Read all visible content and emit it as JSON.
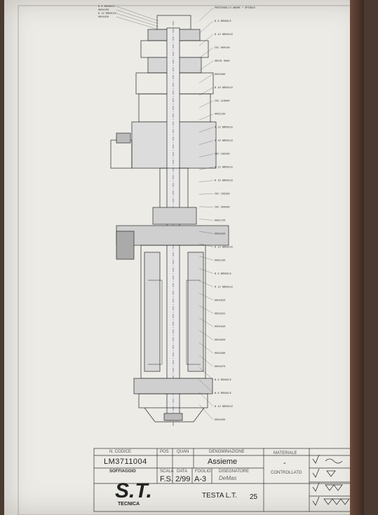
{
  "drawing": {
    "callouts_right": [
      "PORTAUGELLO ANONE + SPIRALE",
      "N 6 BRUGOLE",
      "N 12 BRUGOLE",
      "CSC 600140",
      "ORCHI 0000",
      "0001980",
      "N 16 BRUGOLE",
      "CSC 210000",
      "0001180",
      "N 12 BRUGOLE",
      "N 10 BRUGOLE",
      "CSC 180180",
      "N 12 BRUGOLE",
      "N 10 BRUGOLE",
      "CSC 190190",
      "CSC 200200",
      "0001720",
      "0001820",
      "N 12 BRUGOLE",
      "0001180",
      "N 8 BRUGOLE",
      "N 12 BRUGOLE",
      "0001820",
      "0001831",
      "0001840",
      "0001850",
      "0001860",
      "0001870",
      "N 6 BRUGOLE",
      "N 8 BRUGOLE",
      "N 12 BRUGOLE",
      "0001900"
    ],
    "callouts_top_left": [
      "N 8 BRUGOLE",
      "0001100",
      "N 12 BRUGOLE",
      "0001820"
    ]
  },
  "title_block": {
    "code_label": "N. CODICE",
    "code_value": "LM3711004",
    "pos_label": "POS",
    "quan_label": "QUAN",
    "denom_label": "DENOMINAZIONE",
    "denom_value": "Assieme",
    "material_label": "MATERIALE",
    "material_value": "-",
    "subtitle_label": "SOFFIAGGIO",
    "scale_label": "SCALA",
    "scale_value": "F.S.",
    "date_label": "DATA",
    "date_value": "2/99",
    "format_label": "FOGLIO",
    "format_value": "A-3",
    "designer_label": "DISEGNATORE",
    "designer_value": "DeMas",
    "controller_label": "CONTROLLATO",
    "logo_text": "S.T.",
    "company": "TECNICA",
    "drawing_title": "TESTA L.T.",
    "drawing_number": "25"
  }
}
